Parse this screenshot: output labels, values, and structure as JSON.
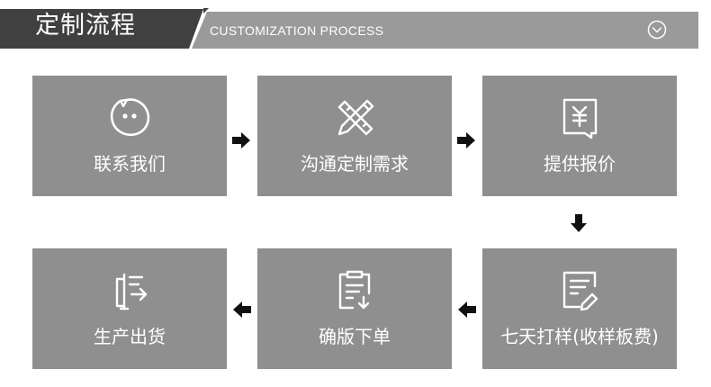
{
  "header": {
    "title": "定制流程",
    "subtitle": "CUSTOMIZATION PROCESS",
    "collapse_icon": "chevron-down-circle-icon"
  },
  "colors": {
    "title_bg": "#404040",
    "subtitle_bg": "#9a9a9a",
    "step_bg": "#8f8f8f",
    "text": "#ffffff",
    "arrow": "#111111"
  },
  "steps": [
    {
      "label": "联系我们",
      "icon": "chat-smile-icon"
    },
    {
      "label": "沟通定制需求",
      "icon": "ruler-pencil-icon"
    },
    {
      "label": "提供报价",
      "icon": "price-quote-icon"
    },
    {
      "label": "七天打样(收样板费)",
      "icon": "document-edit-icon"
    },
    {
      "label": "确版下单",
      "icon": "clipboard-download-icon"
    },
    {
      "label": "生产出货",
      "icon": "shipping-icon"
    }
  ]
}
